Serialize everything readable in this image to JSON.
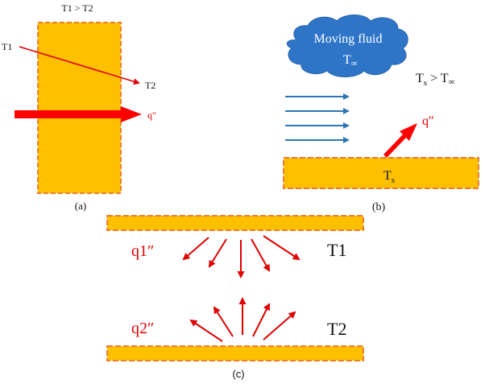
{
  "colors": {
    "slab_fill": "#FFC000",
    "slab_border": "#ED7D31",
    "heat_arrow": "#FF0000",
    "line_arrow": "#E00000",
    "fluid_fill": "#2E75C8",
    "fluid_arrow": "#2E75B6",
    "text": "#111111",
    "fluid_text": "#FFFFFF"
  },
  "panel_a": {
    "condition": "T1 > T2",
    "temp_left": "T1",
    "temp_right": "T2",
    "flux_label": "q″",
    "caption": "(a)"
  },
  "panel_b": {
    "fluid_label": "Moving fluid",
    "fluid_temp_base": "T",
    "fluid_temp_sub": "∞",
    "condition_base": "T",
    "condition_sub": "s",
    "condition_rest": " > T",
    "condition_sub2": "∞",
    "surface_temp_base": "T",
    "surface_temp_sub": "s",
    "flux_label": "q″",
    "caption": "(b)",
    "flow_arrow_count": 4
  },
  "panel_c": {
    "top_flux_label": "q1″",
    "bottom_flux_label": "q2″",
    "top_temp": "T1",
    "bottom_temp": "T2",
    "caption": "(c)",
    "rays_per_surface": 5
  }
}
